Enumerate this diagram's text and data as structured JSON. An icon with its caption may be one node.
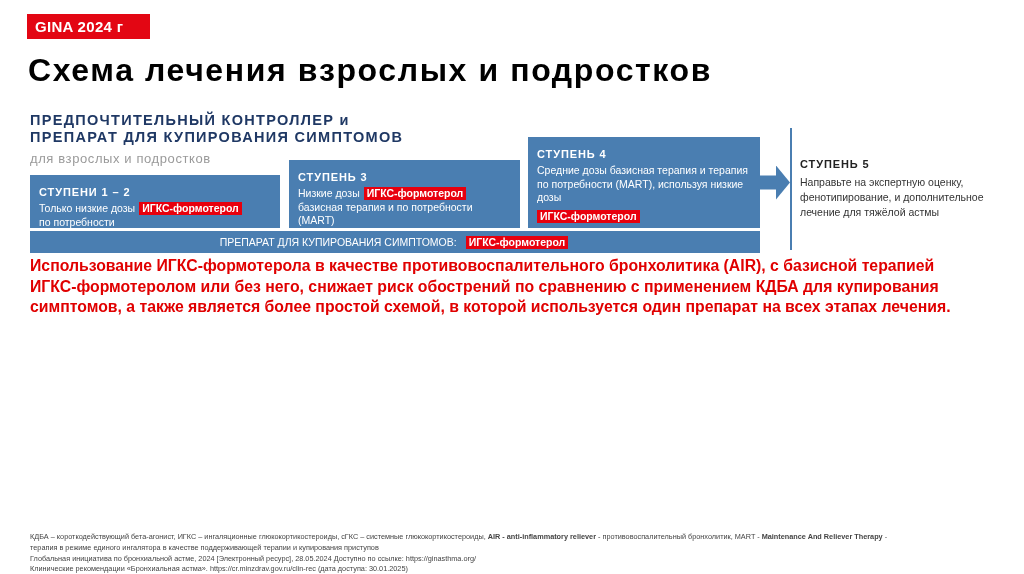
{
  "diagram": {
    "title": "Схема лечения взрослых и подростков",
    "nodes": [
      {
        "text": [
          "GINA 2024 г"
        ]
      },
      {
        "text": [
          "СТУПЕНИ 1 – 2",
          "Только низкие дозы",
          "по потребности"
        ]
      },
      {
        "text": [
          "ИГКС-формотерол"
        ],
        "in": 1
      },
      {
        "text": [
          "СТУПЕНЬ 3",
          "Низкие дозы",
          "базисная терапия и по потребности (MART)"
        ]
      },
      {
        "text": [
          "ИГКС-формотерол"
        ],
        "in": 3
      },
      {
        "text": [
          "СТУПЕНЬ 4",
          "Средние дозы базисная терапия и терапия по потребности (MART), используя низкие дозы"
        ]
      },
      {
        "text": [
          "ИГКС-формотерол"
        ],
        "in": 5
      },
      {
        "text": [
          "СТУПЕНЬ 5",
          "Направьте на экспертную оценку, фенотипирование, и дополнительное лечение для тяжёлой астмы"
        ]
      },
      {
        "text": [
          "ПРЕПАРАТ ДЛЯ КУПИРОВАНИЯ СИМПТОМОВ:"
        ]
      },
      {
        "text": [
          "ИГКС-формотерол"
        ],
        "in": 8
      }
    ],
    "edges": [
      {
        "from": 5,
        "to": 7,
        "arrow": "to"
      }
    ],
    "labels": [
      "ПРЕДПОЧТИТЕЛЬНЫЙ КОНТРОЛЛЕР и ПРЕПАРАТ ДЛЯ КУПИРОВАНИЯ СИМПТОМОВ",
      "для взрослых и подростков",
      "Использование ИГКС-формотерола в качестве противовоспалительного бронхолитика (AIR), с базисной терапией ИГКС-формотеролом или без него, снижает риск обострений по сравнению с применением КДБА для купирования симптомов, а также является более простой схемой, в которой используется один препарат на всех этапах лечения.",
      "КДБА – короткодействующий бета-агонист, ИГКС – ингаляционные глюкокортикостероиды, сГКС – системные глюкокортикостероиды, **AIR - anti-inflammatory reliever** - противовоспалительный бронхолитик, MART - **Maintenance And Reliever Therapy** - терапия в режиме единого ингалятора в качестве поддерживающей терапии и купирования приступов",
      "Глобальная инициатива по бронхиальной астме, 2024 [Электронный ресурс], 28.05.2024 Доступно по ссылке: https://ginasthma.org/",
      "Клинические рекомендации «Бронхиальная астма». https://cr.minzdrav.gov.ru/clin-rec (дата доступа: 30.01.2025)"
    ]
  }
}
